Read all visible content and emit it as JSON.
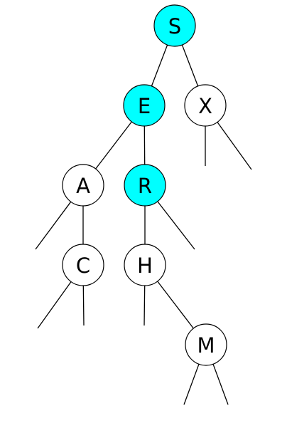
{
  "colors": {
    "highlight": "#00FFFF",
    "default_fill": "#FFFFFF",
    "stroke": "#000000",
    "background": "#FFFFFF"
  },
  "tree": {
    "root": "S",
    "highlighted_path": [
      "S",
      "E",
      "R"
    ],
    "nodes": [
      {
        "id": "S",
        "label": "S",
        "highlighted": true,
        "left": "E",
        "right": "X"
      },
      {
        "id": "E",
        "label": "E",
        "highlighted": true,
        "left": "A",
        "right": "R"
      },
      {
        "id": "X",
        "label": "X",
        "highlighted": false,
        "left": null,
        "right": null
      },
      {
        "id": "A",
        "label": "A",
        "highlighted": false,
        "left": null,
        "right": "C"
      },
      {
        "id": "R",
        "label": "R",
        "highlighted": true,
        "left": "H",
        "right": null
      },
      {
        "id": "C",
        "label": "C",
        "highlighted": false,
        "left": null,
        "right": null
      },
      {
        "id": "H",
        "label": "H",
        "highlighted": false,
        "left": null,
        "right": "M"
      },
      {
        "id": "M",
        "label": "M",
        "highlighted": false,
        "left": null,
        "right": null
      }
    ]
  }
}
